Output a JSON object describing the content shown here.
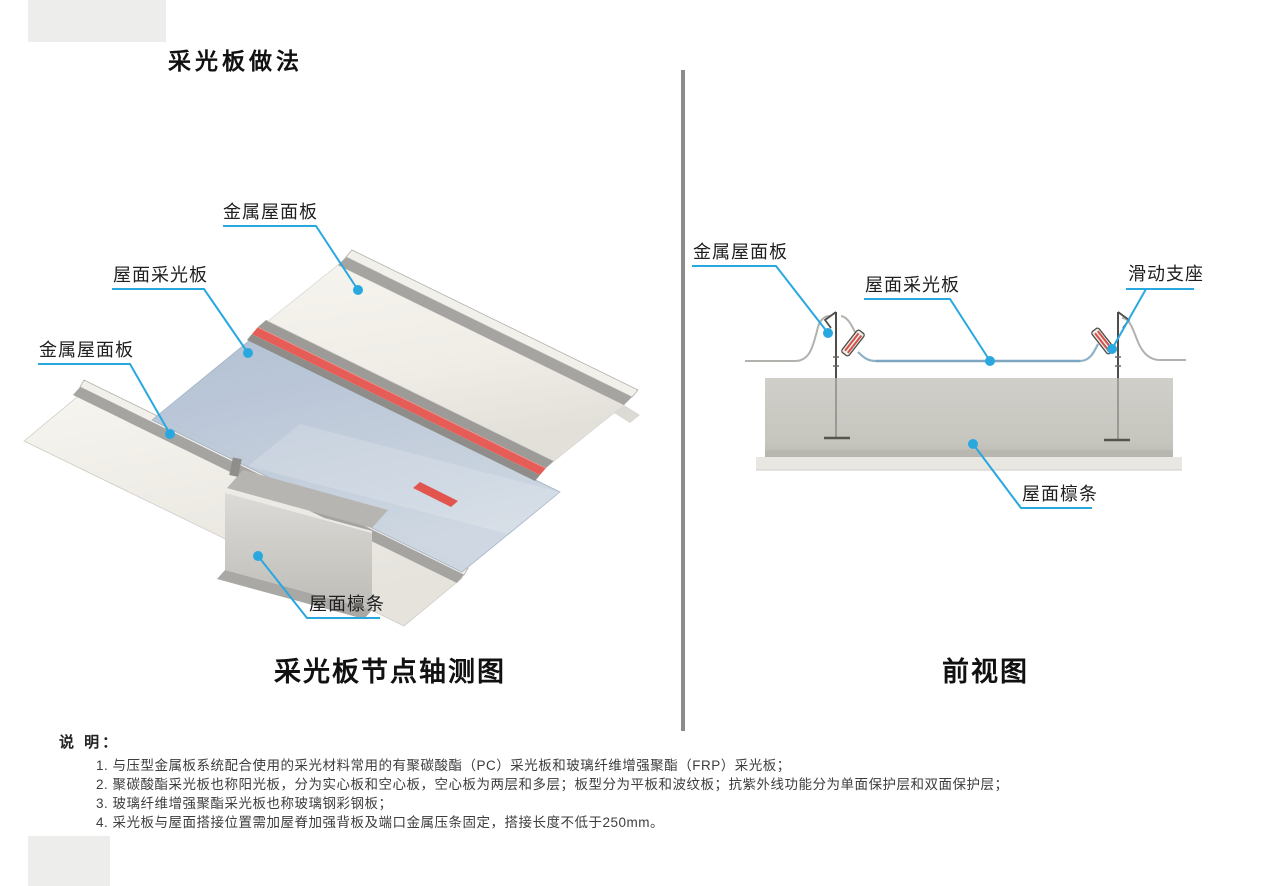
{
  "title": "采光板做法",
  "left_view": {
    "caption": "采光板节点轴测图",
    "labels": {
      "metal_roof_top": "金属屋面板",
      "skylight": "屋面采光板",
      "metal_roof_bottom": "金属屋面板",
      "purlin": "屋面檩条"
    }
  },
  "right_view": {
    "caption": "前视图",
    "labels": {
      "metal_roof": "金属屋面板",
      "skylight": "屋面采光板",
      "sliding_support": "滑动支座",
      "purlin": "屋面檩条"
    }
  },
  "notes": {
    "heading": "说 明：",
    "items": [
      "1. 与压型金属板系统配合使用的采光材料常用的有聚碳酸酯（PC）采光板和玻璃纤维增强聚酯（FRP）采光板；",
      "2. 聚碳酸酯采光板也称阳光板，分为实心板和空心板，空心板为两层和多层；板型分为平板和波纹板；抗紫外线功能分为单面保护层和双面保护层；",
      "3. 玻璃纤维增强聚酯采光板也称玻璃钢彩钢板；",
      "4. 采光板与屋面搭接位置需加屋脊加强背板及端口金属压条固定，搭接长度不低于250mm。"
    ]
  },
  "colors": {
    "leader": "#29a8e0",
    "red_stripe": "#e65c56",
    "skylight_blue": "#b7c4d6",
    "panel_white": "#f4f2ec",
    "purlin_gray": "#cac9c3",
    "divider_gray": "#8c8c8c"
  }
}
